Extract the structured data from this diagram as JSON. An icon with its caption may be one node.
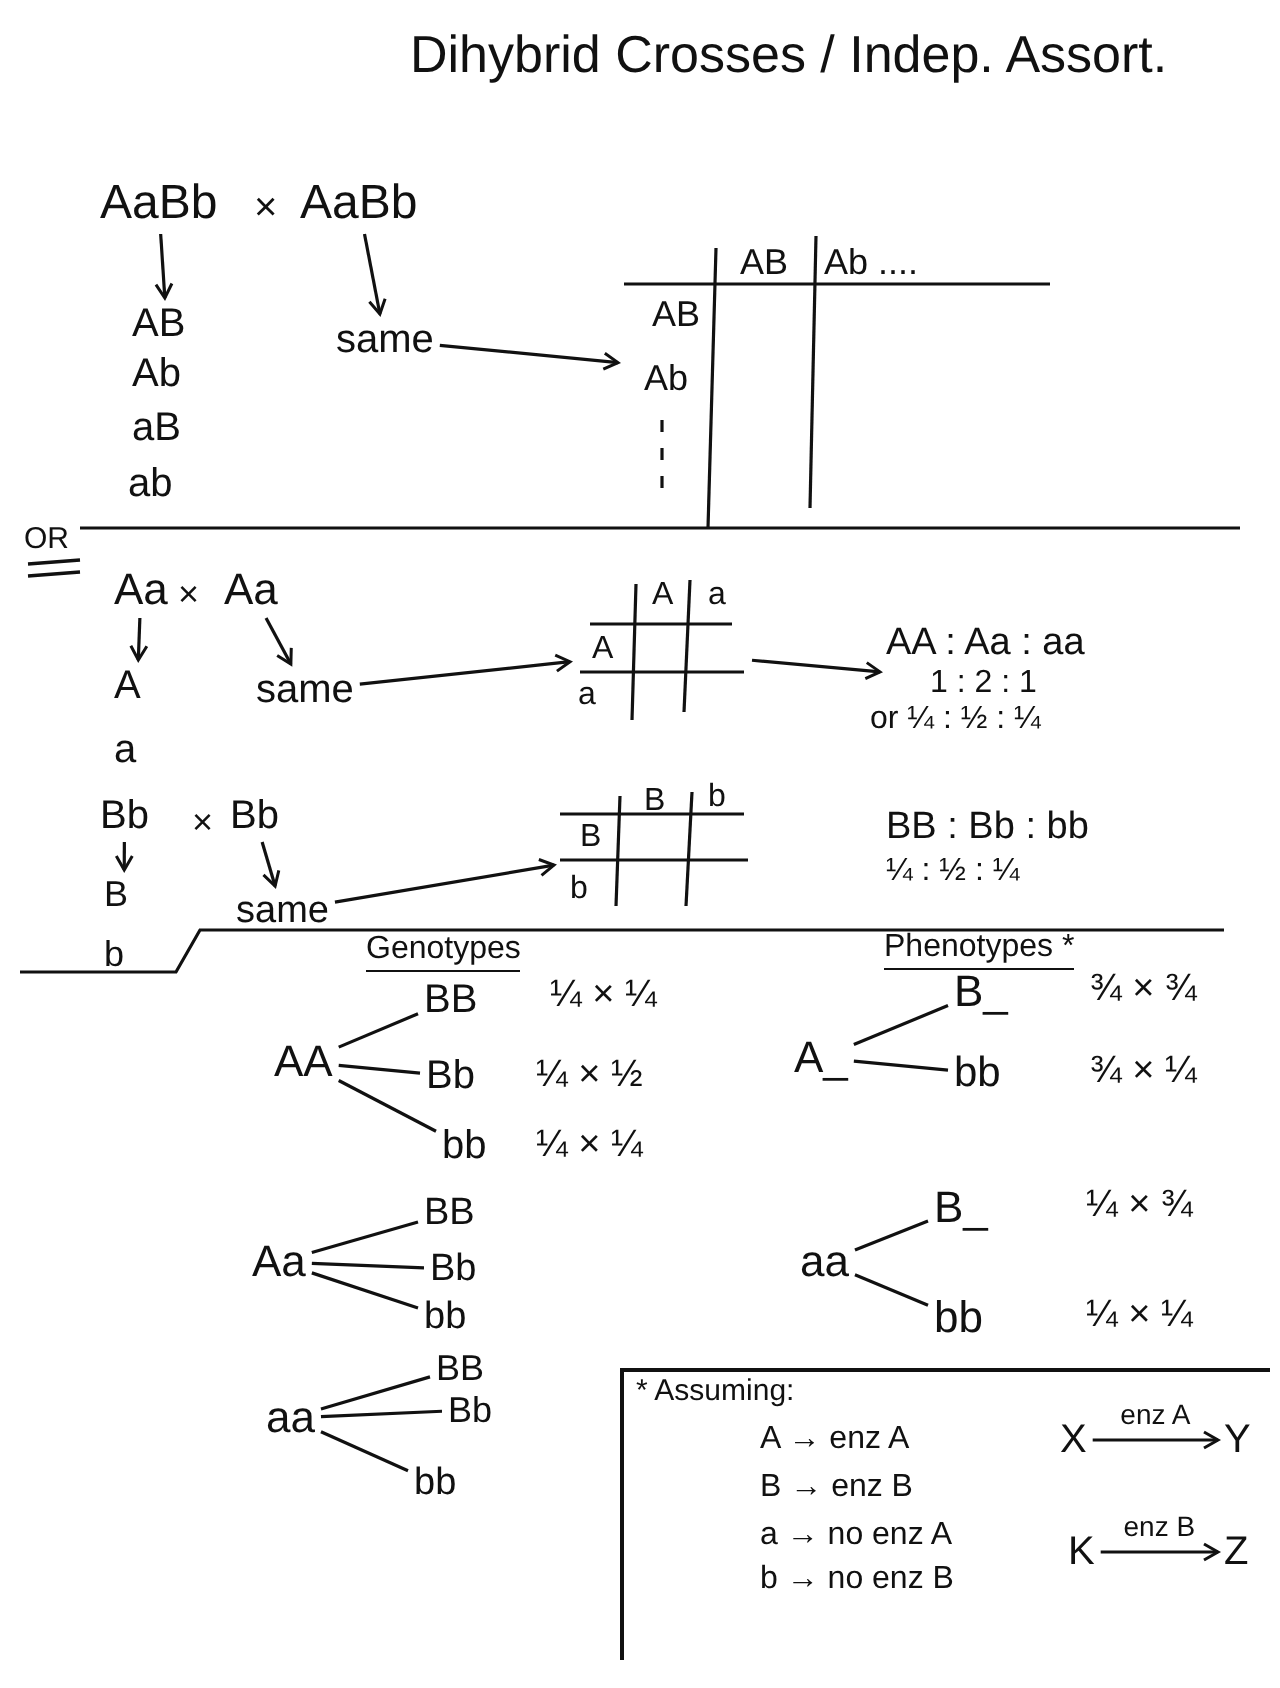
{
  "diagram": {
    "title": "Dihybrid Crosses / Indep. Assort.",
    "nodes": [
      {
        "text": [
          "AaBb"
        ]
      },
      {
        "text": [
          "AaBb"
        ]
      },
      {
        "text": [
          "AB",
          "Ab",
          "aB",
          "ab"
        ]
      },
      {
        "text": [
          "same"
        ]
      },
      {
        "text": [
          "AB",
          "Ab ....",
          "AB",
          "Ab"
        ]
      },
      {
        "text": [
          "Aa"
        ]
      },
      {
        "text": [
          "Aa"
        ]
      },
      {
        "text": [
          "A",
          "a"
        ]
      },
      {
        "text": [
          "same"
        ]
      },
      {
        "text": [
          "A",
          "a",
          "A",
          "a"
        ]
      },
      {
        "text": [
          "AA : Aa : aa",
          "1 : 2 : 1",
          "or ¼ : ½ : ¼"
        ]
      },
      {
        "text": [
          "Bb"
        ]
      },
      {
        "text": [
          "Bb"
        ]
      },
      {
        "text": [
          "B",
          "b"
        ]
      },
      {
        "text": [
          "same"
        ]
      },
      {
        "text": [
          "B",
          "b",
          "B",
          "b"
        ]
      },
      {
        "text": [
          "AA"
        ]
      },
      {
        "text": [
          "BB"
        ],
        "beside": [
          "¼ × ¼"
        ]
      },
      {
        "text": [
          "Bb"
        ],
        "beside": [
          "¼ × ½"
        ]
      },
      {
        "text": [
          "bb"
        ],
        "beside": [
          "¼ × ¼"
        ]
      },
      {
        "text": [
          "Aa"
        ]
      },
      {
        "text": [
          "BB"
        ]
      },
      {
        "text": [
          "Bb"
        ]
      },
      {
        "text": [
          "bb"
        ]
      },
      {
        "text": [
          "aa"
        ]
      },
      {
        "text": [
          "BB"
        ]
      },
      {
        "text": [
          "Bb"
        ]
      },
      {
        "text": [
          "bb"
        ]
      },
      {
        "text": [
          "A_"
        ]
      },
      {
        "text": [
          "B_"
        ],
        "beside": [
          "¾ × ¾"
        ]
      },
      {
        "text": [
          "bb"
        ],
        "beside": [
          "¾ × ¼"
        ]
      },
      {
        "text": [
          "aa"
        ]
      },
      {
        "text": [
          "B_"
        ],
        "beside": [
          "¼ × ¾"
        ]
      },
      {
        "text": [
          "bb"
        ],
        "beside": [
          "¼ × ¼"
        ]
      },
      {
        "text": [
          "* Assuming:",
          "A → enz A",
          "B → enz B",
          "a → no enz A",
          "b → no enz B"
        ]
      },
      {
        "text": [
          "X"
        ],
        "in": 34
      },
      {
        "text": [
          "Y"
        ],
        "in": 34
      },
      {
        "text": [
          "K"
        ],
        "in": 34
      },
      {
        "text": [
          "Z"
        ],
        "in": 34
      }
    ],
    "edges": [
      {
        "from": 0,
        "to": 2,
        "arrow": "to"
      },
      {
        "from": 1,
        "to": 3,
        "arrow": "to"
      },
      {
        "from": 3,
        "to": 4,
        "arrow": "to"
      },
      {
        "from": 5,
        "to": 7,
        "arrow": "to"
      },
      {
        "from": 6,
        "to": 8,
        "arrow": "to"
      },
      {
        "from": 8,
        "to": 9,
        "arrow": "to"
      },
      {
        "from": 9,
        "to": 10,
        "arrow": "to"
      },
      {
        "from": 11,
        "to": 13,
        "arrow": "to"
      },
      {
        "from": 12,
        "to": 14,
        "arrow": "to"
      },
      {
        "from": 14,
        "to": 15,
        "arrow": "to"
      },
      {
        "from": 16,
        "to": 17,
        "arrow": "none"
      },
      {
        "from": 16,
        "to": 18,
        "arrow": "none"
      },
      {
        "from": 16,
        "to": 19,
        "arrow": "none"
      },
      {
        "from": 20,
        "to": 21,
        "arrow": "none"
      },
      {
        "from": 20,
        "to": 22,
        "arrow": "none"
      },
      {
        "from": 20,
        "to": 23,
        "arrow": "none"
      },
      {
        "from": 24,
        "to": 25,
        "arrow": "none"
      },
      {
        "from": 24,
        "to": 26,
        "arrow": "none"
      },
      {
        "from": 24,
        "to": 27,
        "arrow": "none"
      },
      {
        "from": 28,
        "to": 29,
        "arrow": "none"
      },
      {
        "from": 28,
        "to": 30,
        "arrow": "none"
      },
      {
        "from": 31,
        "to": 32,
        "arrow": "none"
      },
      {
        "from": 31,
        "to": 33,
        "arrow": "none"
      },
      {
        "from": 35,
        "to": 36,
        "arrow": "to",
        "label": "enz A"
      },
      {
        "from": 37,
        "to": 38,
        "arrow": "to",
        "label": "enz B"
      }
    ],
    "labels": [
      "×",
      "OR",
      "×",
      "×",
      "BB : Bb : bb",
      "¼ : ½ : ¼",
      "Genotypes",
      "Phenotypes *"
    ]
  }
}
